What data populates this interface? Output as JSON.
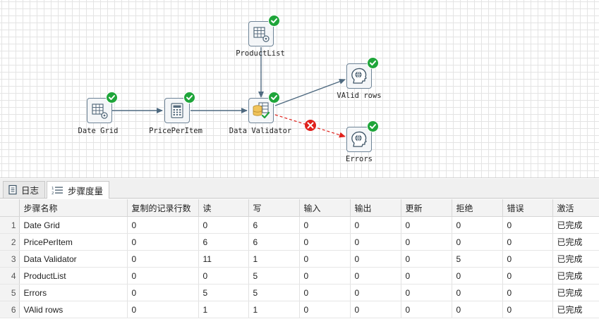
{
  "canvas": {
    "steps": [
      {
        "id": "date-grid",
        "label": "Date Grid",
        "icon": "data-grid-icon",
        "status": "success"
      },
      {
        "id": "price-per-item",
        "label": "PricePerItem",
        "icon": "calculator-icon",
        "status": "success"
      },
      {
        "id": "data-validator",
        "label": "Data Validator",
        "icon": "data-validator-icon",
        "status": "success"
      },
      {
        "id": "product-list",
        "label": "ProductList",
        "icon": "data-grid-icon",
        "status": "success"
      },
      {
        "id": "valid-rows",
        "label": "VAlid rows",
        "icon": "dummy-head-icon",
        "status": "success"
      },
      {
        "id": "errors",
        "label": "Errors",
        "icon": "dummy-head-icon",
        "status": "success"
      }
    ],
    "colors": {
      "hop": "#4f6a80",
      "error_hop": "#e0201b",
      "check": "#1fa53a"
    }
  },
  "tabs": [
    {
      "label": "日志",
      "icon": "log-icon",
      "active": false
    },
    {
      "label": "步骤度量",
      "icon": "step-metrics-icon",
      "active": true
    }
  ],
  "metrics": {
    "columns": [
      "步骤名称",
      "复制的记录行数",
      "读",
      "写",
      "输入",
      "输出",
      "更新",
      "拒绝",
      "错误",
      "激活"
    ],
    "rows": [
      [
        "1",
        "Date Grid",
        "0",
        "0",
        "6",
        "0",
        "0",
        "0",
        "0",
        "0",
        "已完成"
      ],
      [
        "2",
        "PricePerItem",
        "0",
        "6",
        "6",
        "0",
        "0",
        "0",
        "0",
        "0",
        "已完成"
      ],
      [
        "3",
        "Data Validator",
        "0",
        "11",
        "1",
        "0",
        "0",
        "0",
        "5",
        "0",
        "已完成"
      ],
      [
        "4",
        "ProductList",
        "0",
        "0",
        "5",
        "0",
        "0",
        "0",
        "0",
        "0",
        "已完成"
      ],
      [
        "5",
        "Errors",
        "0",
        "5",
        "5",
        "0",
        "0",
        "0",
        "0",
        "0",
        "已完成"
      ],
      [
        "6",
        "VAlid rows",
        "0",
        "1",
        "1",
        "0",
        "0",
        "0",
        "0",
        "0",
        "已完成"
      ]
    ]
  }
}
